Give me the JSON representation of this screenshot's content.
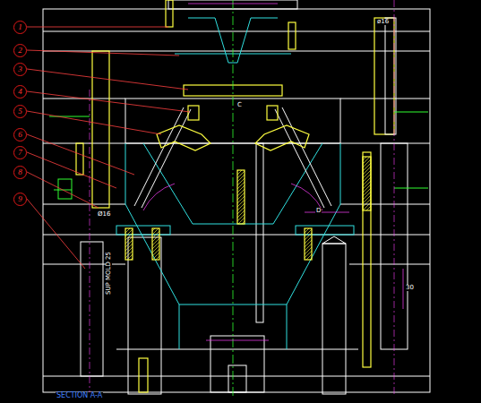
{
  "diagram": {
    "nodes": [
      {
        "text": [
          "1"
        ]
      },
      {
        "text": [
          "2"
        ]
      },
      {
        "text": [
          "3"
        ]
      },
      {
        "text": [
          "4"
        ]
      },
      {
        "text": [
          "5"
        ]
      },
      {
        "text": [
          "6"
        ]
      },
      {
        "text": [
          "7"
        ]
      },
      {
        "text": [
          "8"
        ]
      },
      {
        "text": [
          "9"
        ]
      }
    ],
    "labels": [
      "ø16",
      "Ø16",
      "SECTION A-A",
      "SUP MOLD 25",
      "30",
      "C",
      "D"
    ]
  }
}
